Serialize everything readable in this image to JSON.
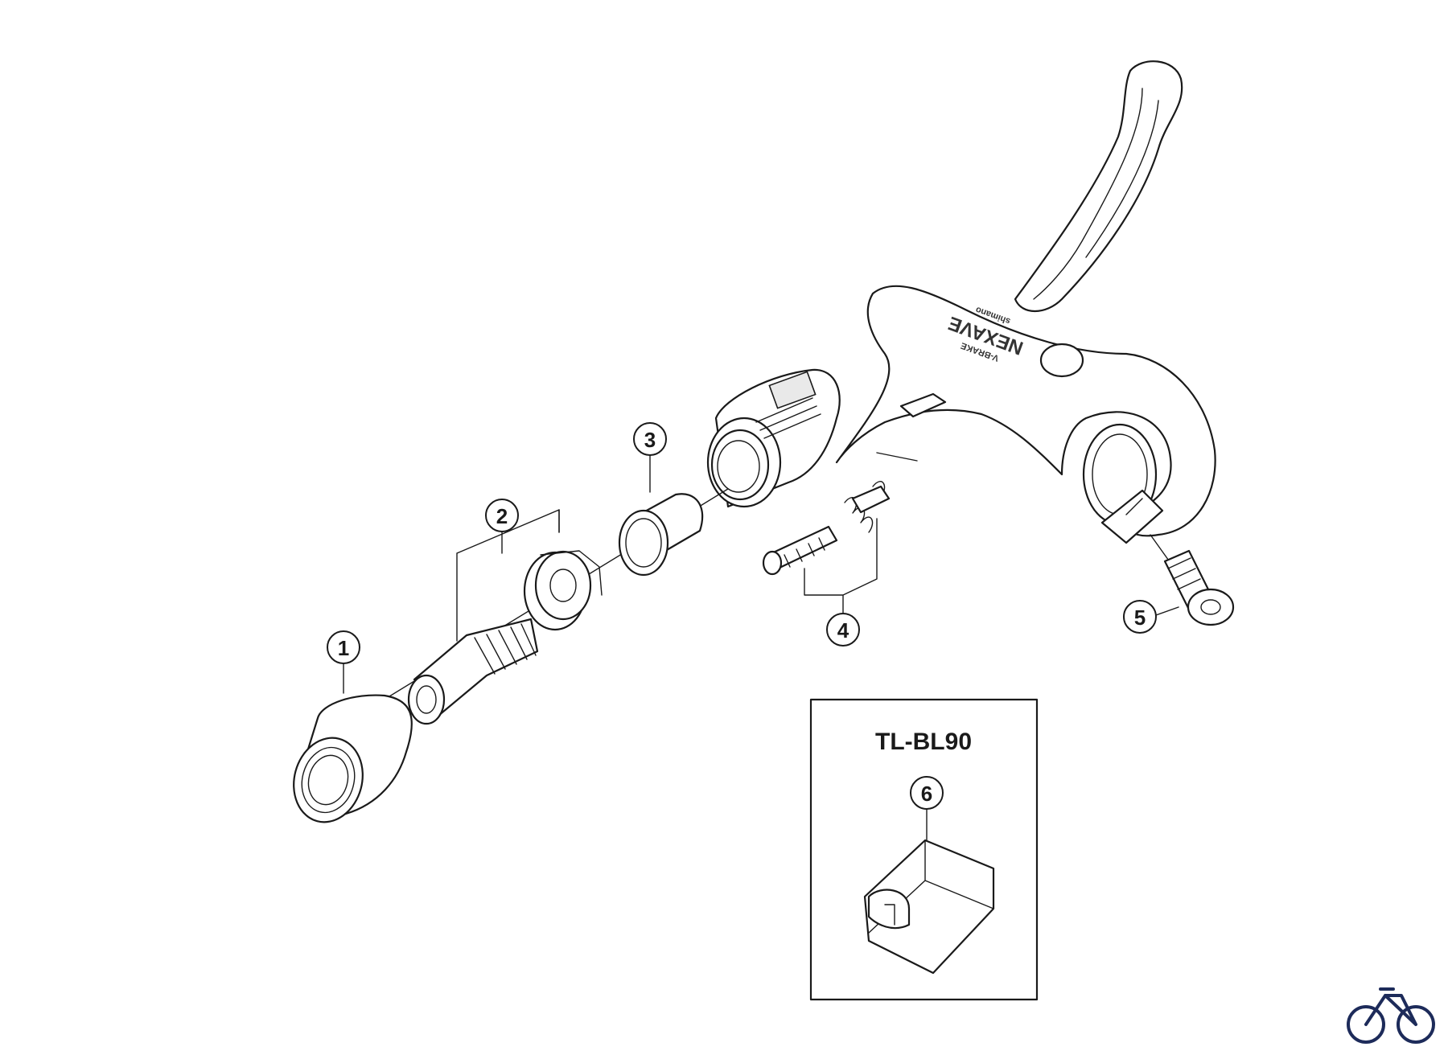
{
  "callouts": [
    {
      "id": "1",
      "label": "1"
    },
    {
      "id": "2",
      "label": "2"
    },
    {
      "id": "3",
      "label": "3"
    },
    {
      "id": "4",
      "label": "4"
    },
    {
      "id": "5",
      "label": "5"
    },
    {
      "id": "6",
      "label": "6"
    }
  ],
  "tool_box": {
    "title": "TL-BL90"
  },
  "lever_text": {
    "brand": "shimano",
    "model": "NEXAVE",
    "type": "V-BRAKE"
  },
  "icons": {
    "corner": "bicycle-icon"
  }
}
